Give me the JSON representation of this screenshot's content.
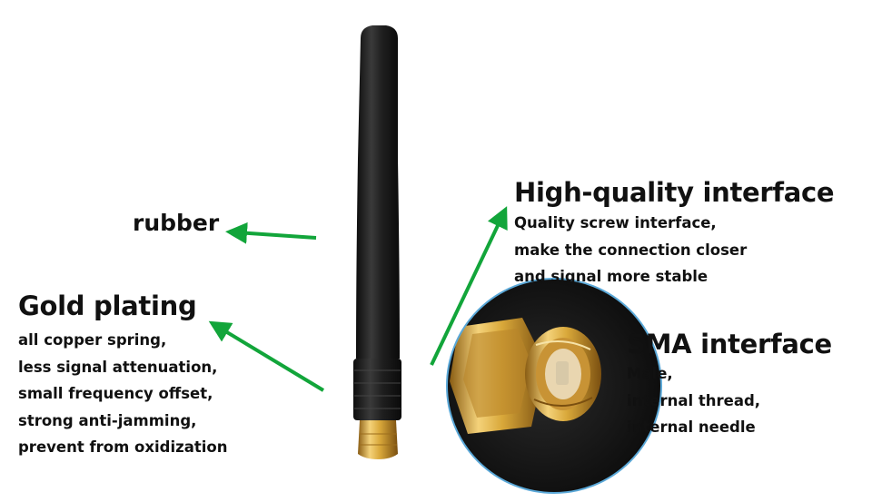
{
  "labels": {
    "rubber": "rubber",
    "gold_plating": {
      "title": "Gold plating",
      "lines": [
        "all copper spring,",
        "less signal attenuation,",
        "small frequency offset,",
        "strong anti-jamming,",
        "prevent from oxidization"
      ]
    },
    "high_quality": {
      "title": "High-quality interface",
      "lines": [
        "Quality screw interface,",
        "make the connection closer",
        "and signal more stable"
      ]
    },
    "sma": {
      "title": "SMA interface",
      "lines": [
        "Male,",
        "internal thread,",
        "internal needle"
      ]
    }
  },
  "colors": {
    "arrow": "#12a53a",
    "antenna_body": "#1e1e1e",
    "gold": "#d9a83a",
    "inset_ring": "#5aa8d8"
  }
}
